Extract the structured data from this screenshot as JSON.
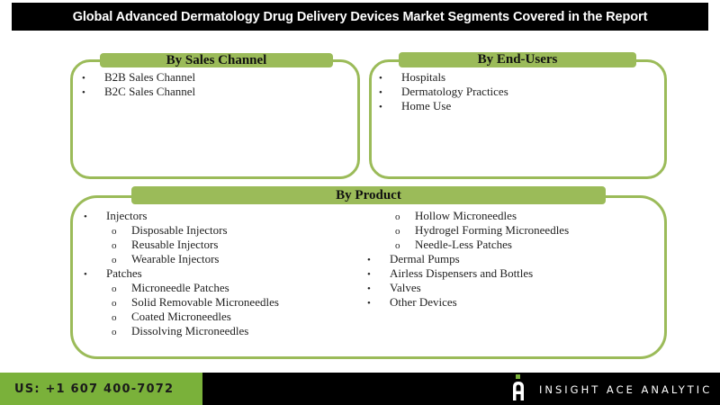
{
  "header": {
    "title": "Global Advanced Dermatology Drug Delivery Devices Market Segments Covered in the Report"
  },
  "segments": {
    "sales_channel": {
      "title": "By Sales Channel",
      "items": [
        "B2B Sales Channel",
        "B2C Sales Channel"
      ]
    },
    "end_users": {
      "title": "By End-Users",
      "items": [
        "Hospitals",
        "Dermatology Practices",
        "Home Use"
      ]
    },
    "product": {
      "title": "By Product",
      "col1": [
        {
          "level": 1,
          "text": "Injectors"
        },
        {
          "level": 2,
          "text": "Disposable Injectors"
        },
        {
          "level": 2,
          "text": "Reusable Injectors"
        },
        {
          "level": 2,
          "text": "Wearable Injectors"
        },
        {
          "level": 1,
          "text": "Patches"
        },
        {
          "level": 2,
          "text": "Microneedle Patches"
        },
        {
          "level": 2,
          "text": "Solid Removable Microneedles"
        },
        {
          "level": 2,
          "text": "Coated Microneedles"
        },
        {
          "level": 2,
          "text": "Dissolving Microneedles"
        }
      ],
      "col2": [
        {
          "level": 2,
          "text": "Hollow Microneedles"
        },
        {
          "level": 2,
          "text": "Hydrogel Forming Microneedles"
        },
        {
          "level": 2,
          "text": "Needle-Less Patches"
        },
        {
          "level": 1,
          "text": "Dermal Pumps"
        },
        {
          "level": 1,
          "text": "Airless Dispensers and Bottles"
        },
        {
          "level": 1,
          "text": "Valves"
        },
        {
          "level": 1,
          "text": "Other Devices"
        }
      ]
    }
  },
  "markers": {
    "bullet": "•",
    "sub_bullet": "o"
  },
  "footer": {
    "phone": "US: +1 607 400-7072",
    "brand": "INSIGHT ACE ANALYTIC",
    "colors": {
      "green": "#7ab13a",
      "accent": "#9bbb59",
      "black": "#000000"
    }
  }
}
